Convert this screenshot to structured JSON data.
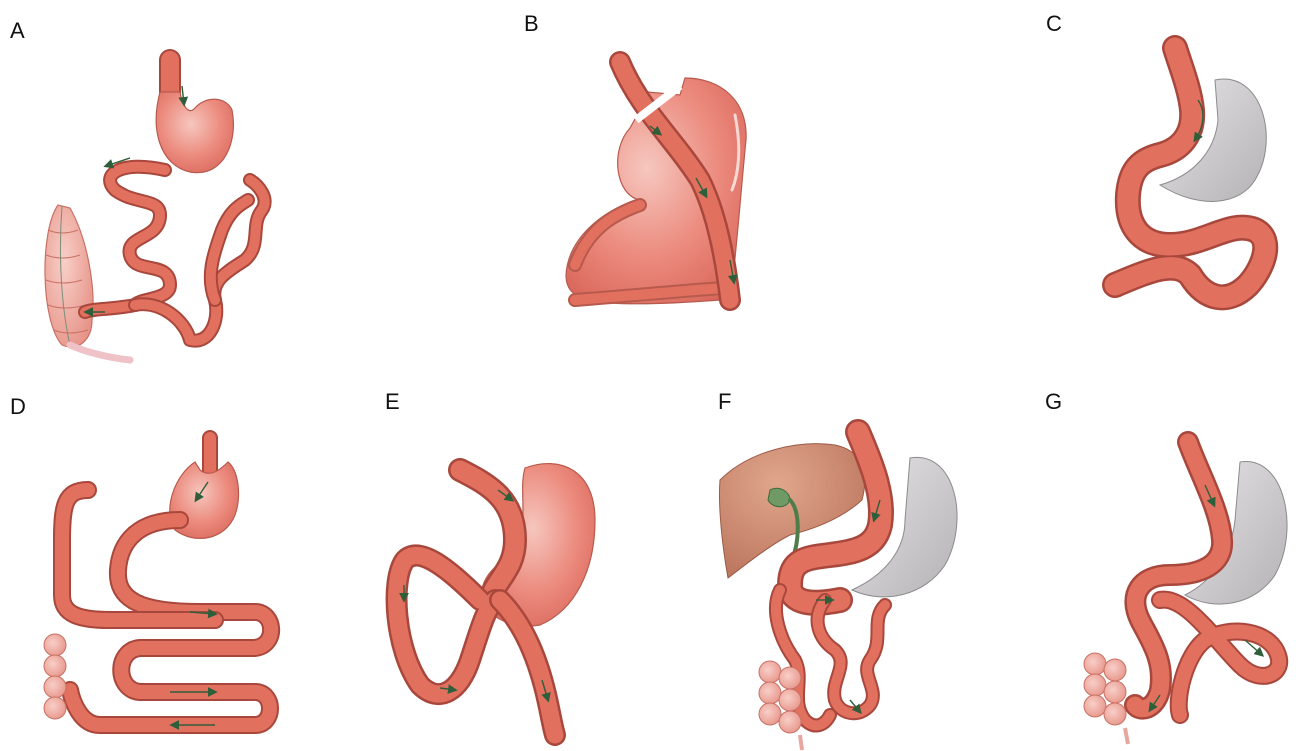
{
  "panels": {
    "a": {
      "label": "A"
    },
    "b": {
      "label": "B"
    },
    "c": {
      "label": "C"
    },
    "d": {
      "label": "D"
    },
    "e": {
      "label": "E"
    },
    "f": {
      "label": "F"
    },
    "g": {
      "label": "G"
    }
  },
  "colors": {
    "intestine": "#e2705f",
    "intestine_edge": "#a8473c",
    "stomach": "#e98377",
    "excluded_stomach": "#cdcbcd",
    "liver": "#cf8c72",
    "gallbladder": "#6f9a66",
    "flow_arrows": "#2f5e3a"
  }
}
